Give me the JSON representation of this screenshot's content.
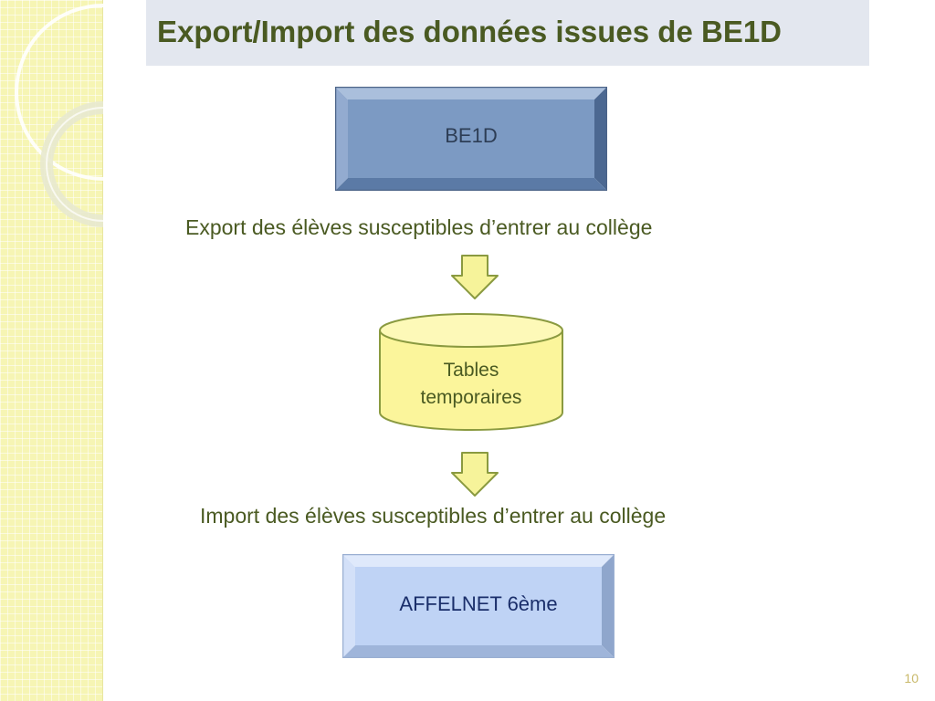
{
  "title": "Export/Import des données issues de BE1D",
  "diagram": {
    "source_box": {
      "label": "BE1D"
    },
    "export_step": {
      "label": "Export des élèves susceptibles d’entrer au collège"
    },
    "storage": {
      "line1": "Tables",
      "line2": "temporaires"
    },
    "import_step": {
      "label": "Import des élèves susceptibles d’entrer au collège"
    },
    "target_box": {
      "label": "AFFELNET 6ème"
    }
  },
  "slide_number": "10",
  "colors": {
    "title_text": "#4a5a22",
    "title_band": "#e3e7ef",
    "source_box_fill": "#7c9ac3",
    "target_box_fill": "#bfd3f5",
    "arrow_fill": "#f6f39a",
    "cylinder_fill": "#fbf59b",
    "side_band": "#f6f5b4"
  }
}
